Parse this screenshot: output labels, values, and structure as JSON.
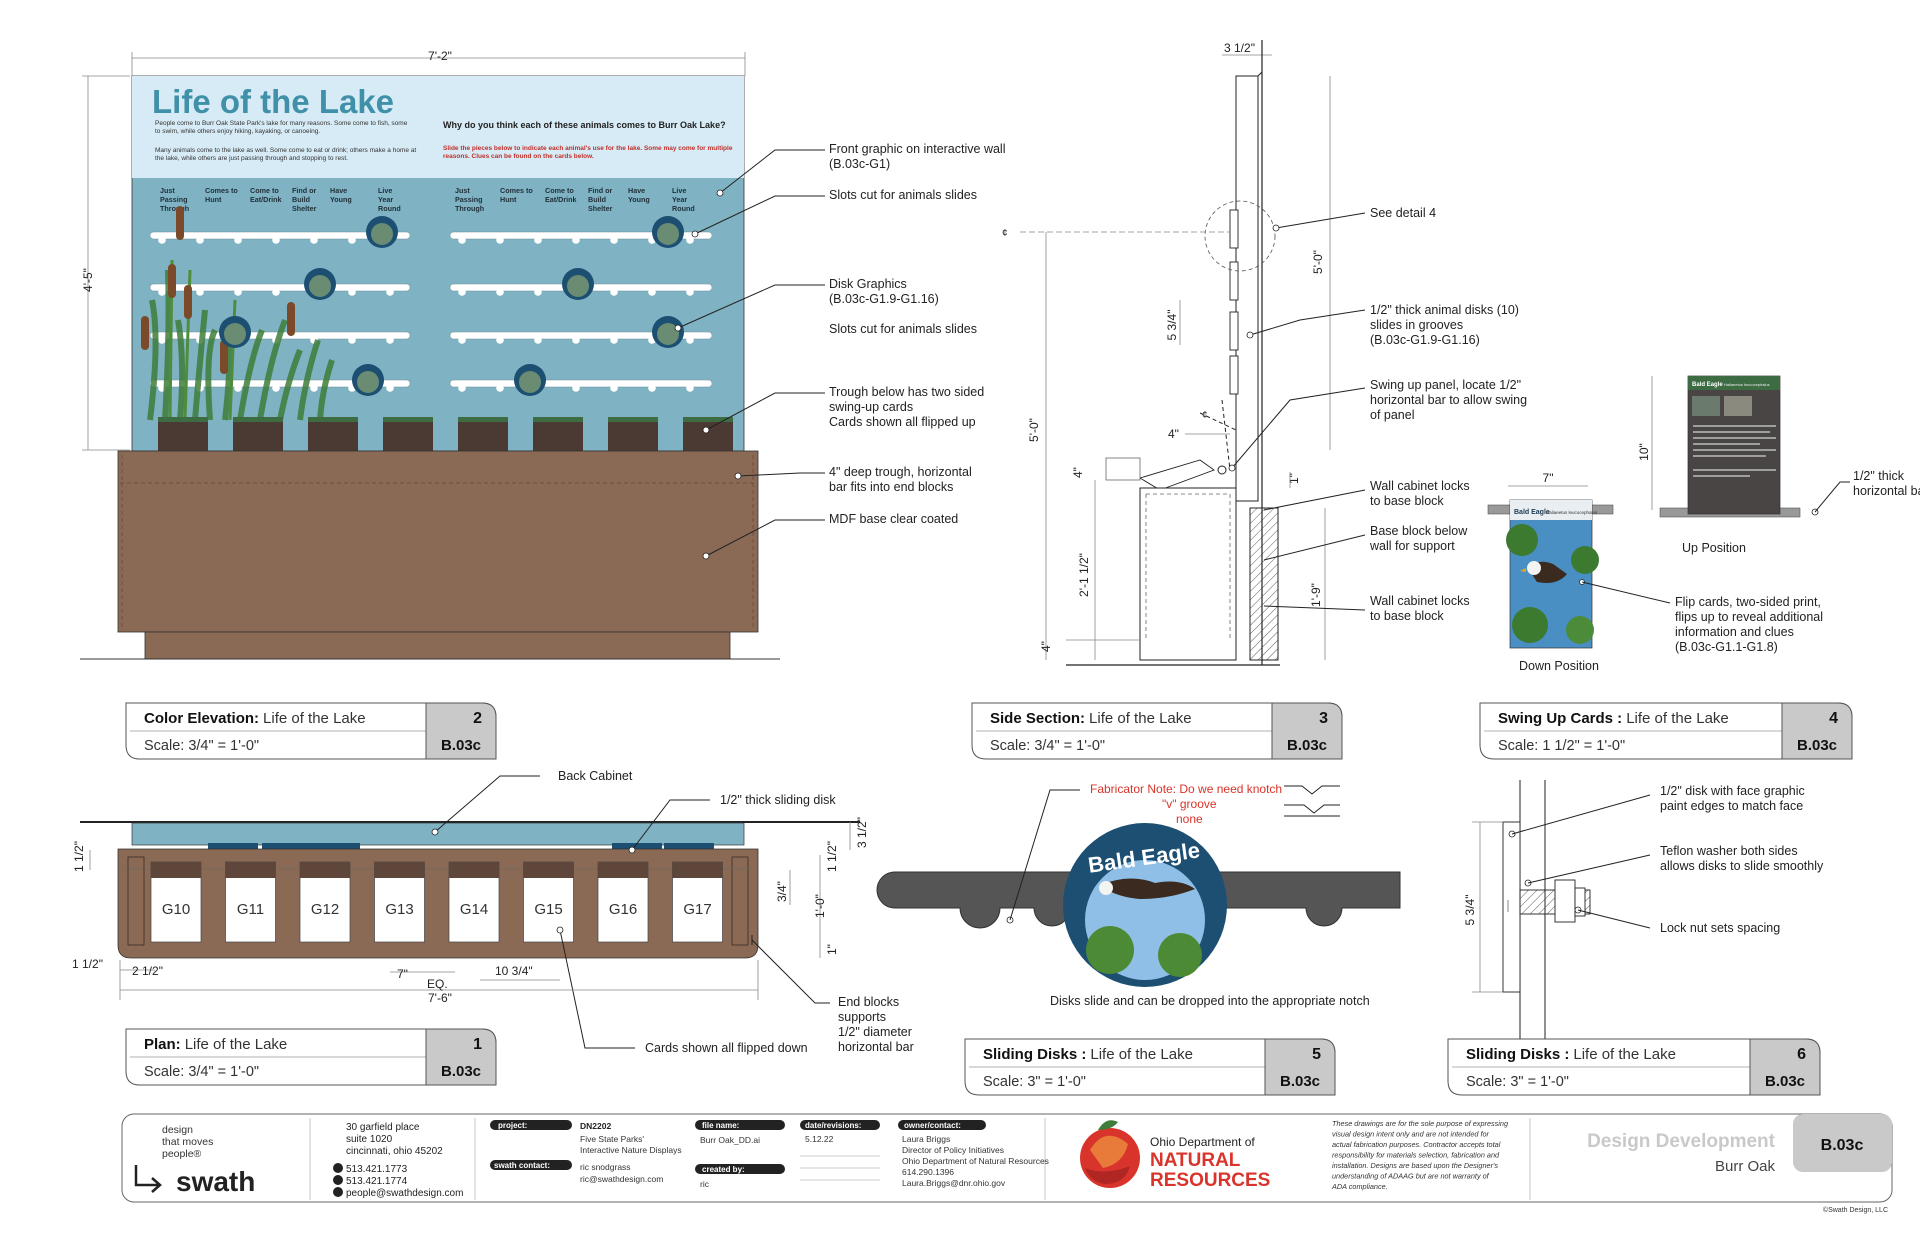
{
  "elevation": {
    "title": "Life of the Lake",
    "intro_1": "People come to Burr Oak State Park's lake for many reasons. Some come to fish, some to swim, while others enjoy hiking, kayaking, or canoeing.",
    "intro_2": "Many animals come to the lake as well. Some come to eat or drink; others make a home at the lake, while others are just passing through and stopping to rest.",
    "question": "Why do you think each of these animals comes to Burr Oak Lake?",
    "instruction": "Slide the pieces below to indicate each animal's use for the lake. Some may come for multiple reasons. Clues can be found on the cards below.",
    "columns": [
      "Just Passing Through",
      "Comes to Hunt",
      "Come to Eat/Drink",
      "Find or Build Shelter",
      "Have Young",
      "Live Year Round"
    ],
    "width_dim": "7'-2\"",
    "height_dim": "4'-5\""
  },
  "elevation_callouts": [
    "Front graphic on interactive wall",
    "(B.03c-G1)",
    "Slots cut for animals slides",
    "Disk Graphics",
    "(B.03c-G1.9-G1.16)",
    "Slots cut for animals slides",
    "Trough below has two sided",
    "swing-up cards",
    "Cards shown all flipped up",
    "4\" deep trough, horizontal",
    "bar fits into end blocks",
    "MDF base clear coated"
  ],
  "section_callouts": [
    "See detail 4",
    "1/2\" thick animal disks (10)",
    "slides in grooves",
    "(B.03c-G1.9-G1.16)",
    "Swing up panel, locate 1/2\"",
    "horizontal bar to allow swing",
    "of panel",
    "Wall cabinet locks",
    "to base block",
    "Base block below",
    "wall for support",
    "Wall cabinet locks",
    "to base block"
  ],
  "section_dims": {
    "top": "3 1/2\"",
    "panel": "5'-0\"",
    "disk_space": "5 3/4\"",
    "overall": "5'-0\"",
    "swing": "4\"",
    "trough": "4\"",
    "bar": "1\"",
    "cabinet": "2'-1 1/2\"",
    "base_block": "1'-9\"",
    "bottom": "4\""
  },
  "swing_cards": {
    "down_label": "Down Position",
    "up_label": "Up Position",
    "width_dim": "7\"",
    "height_dim": "10\"",
    "card_title": "Bald Eagle",
    "card_latin": "Haliaeetus leucocephalus",
    "callout_bar_1": "1/2\" thick",
    "callout_bar_2": "horizontal bar",
    "callout_flip": [
      "Flip cards, two-sided print,",
      "flips up to reveal additional",
      "information and clues",
      "(B.03c-G1.1-G1.8)"
    ]
  },
  "plan": {
    "cards": [
      "G10",
      "G11",
      "G12",
      "G13",
      "G14",
      "G15",
      "G16",
      "G17"
    ],
    "back_cabinet": "Back Cabinet",
    "sliding_disk": "1/2\" thick sliding disk",
    "cards_note": "Cards shown all flipped down",
    "end_blocks": [
      "End blocks",
      "supports",
      "1/2\" diameter",
      "horizontal bar"
    ],
    "dims": {
      "left_a": "1 1/2\"",
      "right_a": "3 1/2\"",
      "right_b": "1 1/2\"",
      "right_c": "3/4\"",
      "right_d": "1'-0\"",
      "right_e": "1\"",
      "bottom_a": "1 1/2\"",
      "bottom_b": "2 1/2\"",
      "bottom_c": "7\"",
      "bottom_d": "EQ.",
      "bottom_e": "10 3/4\"",
      "overall": "7'-6\""
    }
  },
  "sliding_disk_detail": {
    "disk_title": "Bald Eagle",
    "note_label": "Fabricator Note: Do we need knotch",
    "note_v": "\"v\" groove",
    "note_none": "none",
    "caption": "Disks slide and can be dropped into the appropriate notch"
  },
  "disk_section_detail": {
    "callouts": [
      "1/2\" disk with face graphic",
      "paint edges to match face",
      "Teflon washer both sides",
      "allows disks to slide smoothly",
      "Lock nut sets spacing"
    ],
    "dim": "5 3/4\""
  },
  "title_boxes": [
    {
      "title": "Color Elevation:",
      "sub": "Life of the Lake",
      "scale": "Scale: 3/4\" = 1'-0\"",
      "num": "2",
      "code": "B.03c"
    },
    {
      "title": "Side Section:",
      "sub": "Life of the Lake",
      "scale": "Scale: 3/4\" = 1'-0\"",
      "num": "3",
      "code": "B.03c"
    },
    {
      "title": "Swing Up Cards :",
      "sub": "Life of the Lake",
      "scale": "Scale: 1 1/2\" = 1'-0\"",
      "num": "4",
      "code": "B.03c"
    },
    {
      "title": "Plan:",
      "sub": "Life of the Lake",
      "scale": "Scale: 3/4\" = 1'-0\"",
      "num": "1",
      "code": "B.03c"
    },
    {
      "title": "Sliding Disks :",
      "sub": "Life of the Lake",
      "scale": "Scale: 3\" = 1'-0\"",
      "num": "5",
      "code": "B.03c"
    },
    {
      "title": "Sliding Disks :",
      "sub": "Life of the Lake",
      "scale": "Scale: 3\" = 1'-0\"",
      "num": "6",
      "code": "B.03c"
    }
  ],
  "title_block": {
    "tagline": [
      "design",
      "that moves",
      "people®"
    ],
    "brand": "swath",
    "address": [
      "30 garfield place",
      "suite 1020",
      "cincinnati, ohio 45202"
    ],
    "phone_1": "513.421.1773",
    "phone_2": "513.421.1774",
    "email": "people@swathdesign.com",
    "project_label": "project:",
    "project_num": "DN2202",
    "project_name": [
      "Five State Parks'",
      "Interactive Nature Displays"
    ],
    "contact_label": "swath contact:",
    "contact": [
      "ric snodgrass",
      "ric@swathdesign.com"
    ],
    "file_label": "file name:",
    "file_name": "Burr Oak_DD.ai",
    "created_label": "created by:",
    "created_by": "ric",
    "date_label": "date/revisions:",
    "date": "5.12.22",
    "owner_label": "owner/contact:",
    "owner": [
      "Laura Briggs",
      "Director of Policy Initiatives",
      "Ohio Department of Natural Resources",
      "614.290.1396",
      "Laura.Briggs@dnr.ohio.gov"
    ],
    "odnr_line1": "Ohio Department of",
    "odnr_line2": "NATURAL",
    "odnr_line3": "RESOURCES",
    "disclaimer": [
      "These drawings are for the sole purpose of expressing",
      "visual design intent only and are not intended for",
      "actual fabrication purposes. Contractor accepts total",
      "responsibility for materials selection, fabrication and",
      "installation. Designs are based upon the Designer's",
      "understanding of ADAAG but are not warranty of",
      "ADA compliance."
    ],
    "phase": "Design Development",
    "location": "Burr Oak",
    "sheet": "B.03c",
    "copyright": "©Swath Design, LLC"
  },
  "colors": {
    "panel_blue": "#7fb3c4",
    "header_blue": "#d6ebf5",
    "title_blue": "#3f90a8",
    "brown": "#8a6a55",
    "dark_brown": "#5e463a",
    "disk_navy": "#1d4f73",
    "red_note": "#d9342b",
    "odnr_red": "#d9342b",
    "badge_gray": "#c9c9c9"
  }
}
